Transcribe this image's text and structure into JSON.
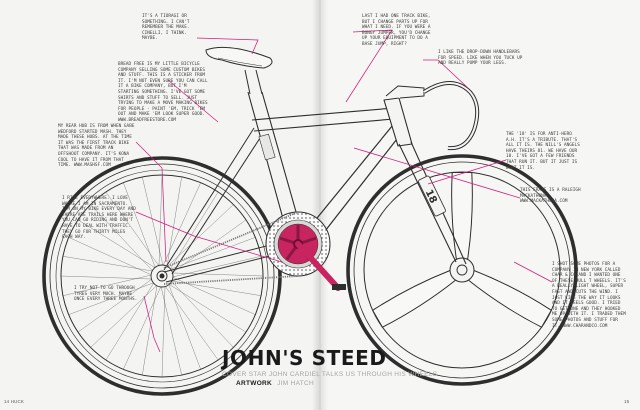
{
  "magazine": {
    "left_folio": "14 HUCK",
    "right_folio": "15"
  },
  "article": {
    "title": "JOHN'S STEED",
    "standfirst": "COVER STAR JOHN CARDIEL TALKS US THROUGH HIS WHEELS",
    "credit_label": "ARTWORK",
    "credit_name": "JIM HATCH"
  },
  "annotations": {
    "seat": "IT'S A TIORAGI OR SOMETHING. I CAN'T REMEMBER THE MAKE. CINELLI, I THINK. MAYBE.",
    "frame_sponsor": "BREAD FREE IS MY LITTLE BICYCLE COMPANY SELLING SOME CUSTOM BIKES AND STUFF. THIS IS A STICKER FROM IT. I'M NOT EVEN SURE YOU CAN CALL IT A BIKE COMPANY, BUT I'M STARTING SOMETHING. I'VE GOT SOME SHIRTS AND STUFF TO SELL. JUST TRYING TO MAKE A MOVE MAKING BIKES FOR PEOPLE - PAINT 'EM, TRICK 'EM OUT AND MAKE 'EM LOOK SUPER GOOD. WWW.BREADFREESTORE.COM",
    "rear_hub": "MY REAR HUB IS FROM WHEN GABE WEDFORD STARTED MASH. THEY MADE THESE HUBS. AT THE TIME IT WAS THE FIRST TRACK BIKE THAT WAS MADE FROM AN OFFSHOOT COMPANY. IT'S KONA COOL TO HAVE IT FROM THAT TIME. WWW.MASHSF.COM",
    "brakes": "I RIDE EVERYWHERE. I LOVE WHERE I AM IN SACRAMENTO. I'M ON MY BIKE EVERY DAY AND THERE ARE TRAILS HERE WHERE YOU CAN GO RIDING AND DON'T HAVE TO DEAL WITH TRAFFIC. THEY GO FOR THIRTY MILES EACH WAY.",
    "tyres": "I TRY NOT TO GO THROUGH TYRES VERY MUCH. MAYBE ONCE EVERY THREE MONTHS.",
    "track_bike": "LAST I HAD ONE TRACK BIKE, BUT I CHANGE PARTS UP FOR WHAT I NEED. IF YOU WERE A BUNGY JUMPER, YOU'D CHANGE UP YOUR EQUIPMENT TO DO A BASE JUMP, RIGHT?",
    "handlebars": "I LIKE THE DROP-DOWN HANDLEBARS FOR SPEED. LIKE WHEN YOU TUCK UP AND REALLY PUMP YOUR LEGS.",
    "fork": "THE '18' IS FOR ANTI-HERO A.H. IT'S A TRIBUTE. THAT'S ALL IT IS. THE NILL'S ANGELS HAVE THEIRS 81. WE HAVE OUR 18. I'VE GOT A FEW FRIENDS THAT RUN IT. BUT IT JUST IS WHAT IT IS.",
    "frame_maker": "THIS FRAME IS A RALEIGH MACKATHONA. WWW.MACKATHONA.COM",
    "wheel": "I SHOT SOME PHOTOS FOR A COMPANY IN NEW YORK CALLED CHAR & CO AND I WANTED ONE OF THESE HULL T WHEELS. IT'S A REALLY LIGHT WHEEL, SUPER FAST AND CUTS THE WIND. I JUST LIKE THE WAY IT LOOKS AND IT FEELS GOOD. I TRIED TO GET ONE AND THEY HOOKED ME UP WITH IT. I TRADED THEM SOME PHOTOS AND STUFF FOR IT. WWW.CHARANDCO.COM"
  },
  "frame_decal": "18",
  "colors": {
    "accent": "#d31c7b",
    "ink": "#2e2e2e",
    "paper": "#f4f4f2",
    "crank": "#c8245f"
  }
}
